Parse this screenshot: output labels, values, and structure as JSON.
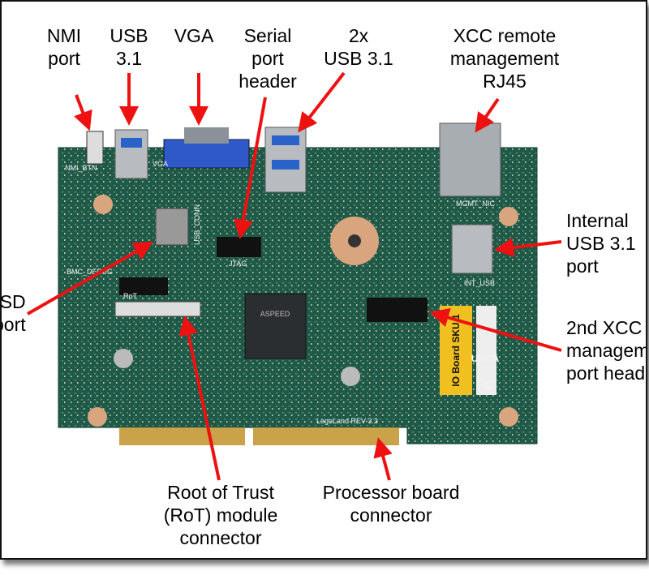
{
  "labels": {
    "nmi": [
      "NMI",
      "port"
    ],
    "usb": [
      "USB",
      "3.1"
    ],
    "vga": [
      "VGA"
    ],
    "serial": [
      "Serial",
      "port",
      "header"
    ],
    "usb2x": [
      "2x",
      "USB 3.1"
    ],
    "xcc": [
      "XCC remote",
      "management",
      "RJ45"
    ],
    "internal_usb": [
      "Internal",
      "USB 3.1",
      "port"
    ],
    "xcc2": [
      "2nd XCC",
      "management",
      "port header"
    ],
    "sd": [
      "SD",
      "port"
    ],
    "rot": [
      "Root of Trust",
      "(RoT) module",
      "connector"
    ],
    "processor": [
      "Processor board",
      "connector"
    ]
  },
  "board_markings": {
    "chip": "ASPEED",
    "sku_label": "IO Board SKU 1",
    "ukca": "UKCA",
    "fc": "FC",
    "silkscreen": [
      "NMI_BTN",
      "VGA",
      "USB_CONN",
      "MGMT_NIC",
      "INT_USB",
      "BMC_DEBUG",
      "RoT",
      "JTAG",
      "LegoLand REV-3.3"
    ]
  },
  "colors": {
    "arrow": "#ee1111",
    "board": "#1f5a48",
    "gold": "#c9a24a",
    "frame": "#111111"
  }
}
